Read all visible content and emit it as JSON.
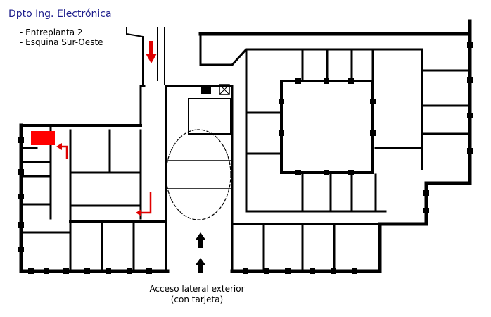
{
  "title": "Dpto Ing. Electrónica",
  "notes": [
    "- Entreplanta 2",
    "- Esquina Sur-Oeste"
  ],
  "access": {
    "line1": "Acceso lateral exterior",
    "line2": "(con tarjeta)"
  },
  "colors": {
    "title": "#1d1d8c",
    "wall": "#000000",
    "highlight": "#ff0000",
    "route": "#e00000"
  },
  "icons": {
    "entry": "red-down-arrow-icon",
    "route": "red-corner-arrow-icon",
    "access": "black-up-arrow-icon",
    "destination": "red-office-marker"
  }
}
